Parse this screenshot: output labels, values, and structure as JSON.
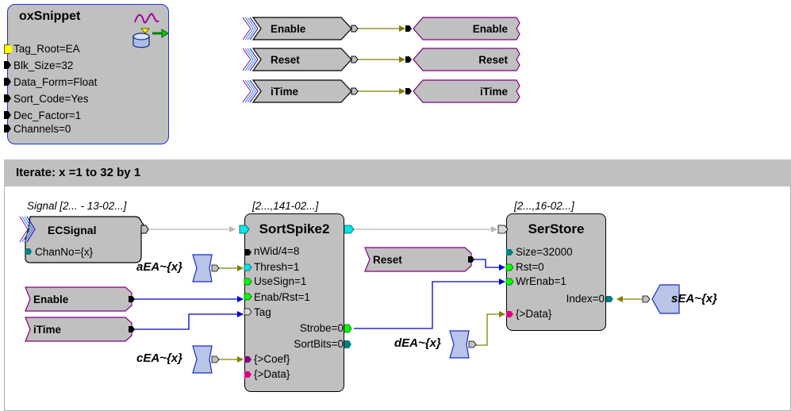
{
  "snippet": {
    "title": "oxSnippet",
    "params": [
      "Tag_Root=EA",
      "Blk_Size=32",
      "Data_Form=Float",
      "Sort_Code=Yes",
      "Dec_Factor=1",
      "Channels=0"
    ]
  },
  "top_tags": [
    {
      "source": "Enable",
      "target": "Enable"
    },
    {
      "source": "Reset",
      "target": "Reset"
    },
    {
      "source": "iTime",
      "target": "iTime"
    }
  ],
  "iterate": {
    "label": "Iterate:  x =1 to 32 by 1"
  },
  "ecsignal": {
    "header": "Signal [2... - 13-02...]",
    "title": "ECSignal",
    "param": "ChanNo={x}"
  },
  "sortspike": {
    "header": "[2...,141-02...]",
    "title": "SortSpike2",
    "inputs": [
      "nWid/4=8",
      "Thresh=1",
      "UseSign=1",
      "Enab/Rst=1",
      "Tag",
      "{>Coef}",
      "{>Data}"
    ],
    "outputs": [
      "Strobe=0",
      "SortBits=0"
    ]
  },
  "serstore": {
    "header": "[2...,16-02...]",
    "title": "SerStore",
    "inputs": [
      "Size=32000",
      "Rst=0",
      "WrEnab=1",
      "{>Data}"
    ],
    "output": "Index=0"
  },
  "left_tags": {
    "enable": "Enable",
    "itime": "iTime",
    "reset": "Reset"
  },
  "variables": {
    "aEA": "aEA~{x}",
    "cEA": "cEA~{x}",
    "dEA": "dEA~{x}",
    "sEA": "sEA~{x}"
  },
  "colors": {
    "component_fill": "#c0c0c0",
    "snippet_border": "#2030e0",
    "tag_fill": "#c0c0c0",
    "tag_source_border": "#000000",
    "tag_target_border": "#800080",
    "var_fill": "#b8c4e8",
    "var_border": "#1a2cc0",
    "wire_olive": "#808000",
    "wire_blue": "#0000cc",
    "wire_gray": "#c0c0c0",
    "iterate_bar": "#c0c0c0",
    "port_green": "#00ff00",
    "port_cyan": "#00e8e8",
    "port_teal": "#008080",
    "port_magenta": "#e0007f",
    "port_purple": "#800080",
    "port_yellow": "#ffff00"
  }
}
